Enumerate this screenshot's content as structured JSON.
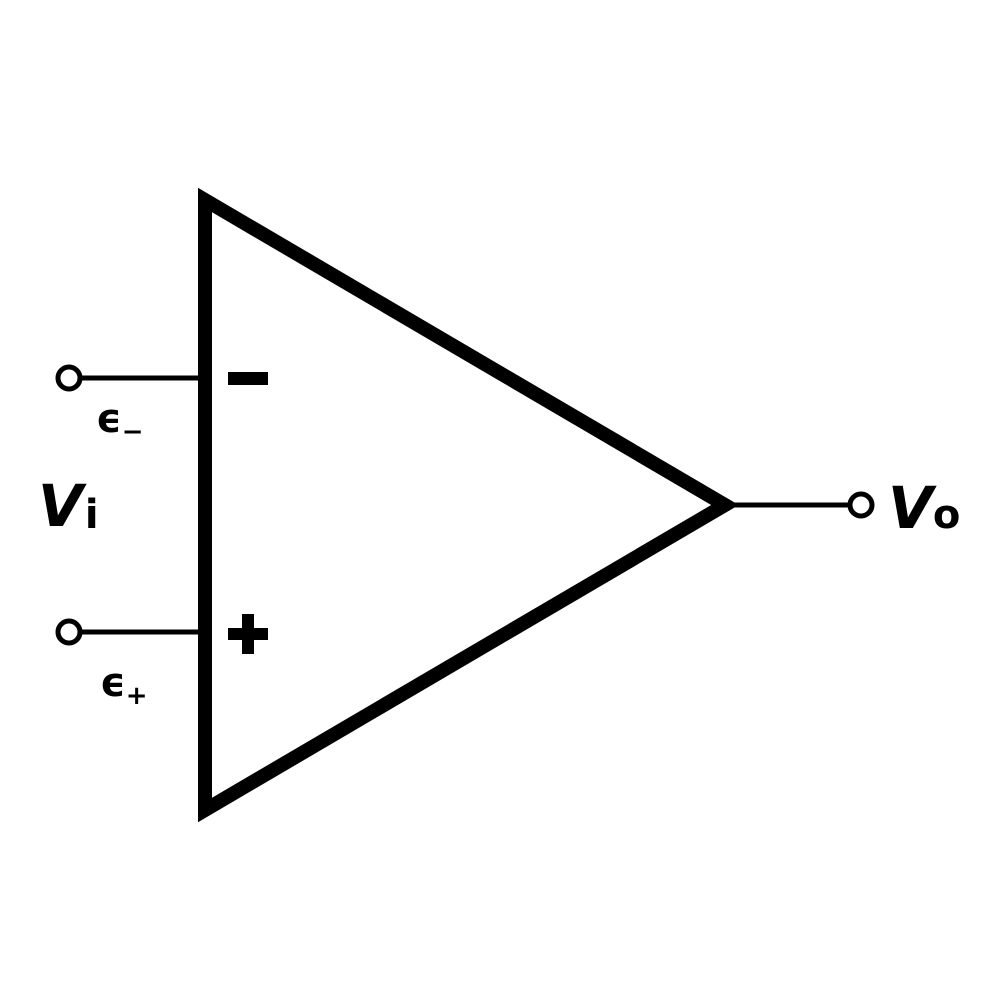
{
  "diagram": {
    "inverting_input": {
      "sign": "−",
      "voltage_symbol": "ϵ",
      "voltage_subscript": "−"
    },
    "non_inverting_input": {
      "sign": "+",
      "voltage_symbol": "ϵ",
      "voltage_subscript": "+"
    },
    "input_voltage": {
      "symbol": "V",
      "subscript": "i"
    },
    "output_voltage": {
      "symbol": "V",
      "subscript": "o"
    },
    "colors": {
      "stroke": "#000000",
      "background": "#ffffff"
    }
  }
}
